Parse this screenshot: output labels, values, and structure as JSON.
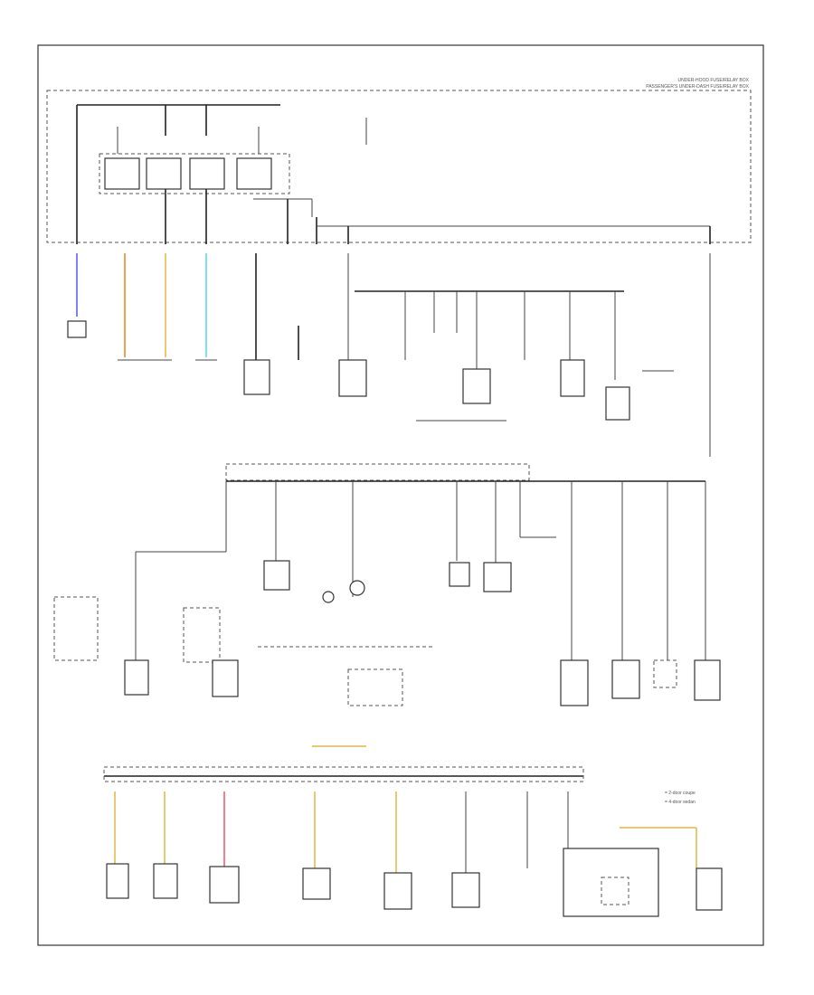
{
  "diagram": {
    "header_lines": [
      "UNDER-HOOD FUSE/RELAY BOX",
      "PASSENGER'S UNDER-DASH FUSE/RELAY BOX"
    ],
    "footer_code": "",
    "legend": [
      "= 2-door coupe",
      "= 4-door sedan"
    ],
    "wire_colors": {
      "blue": "#8080ff",
      "orange": "#f0a050",
      "yellow": "#e8c870",
      "cyan": "#80e0f0",
      "pink": "#f08090",
      "ground": "#222222"
    }
  }
}
